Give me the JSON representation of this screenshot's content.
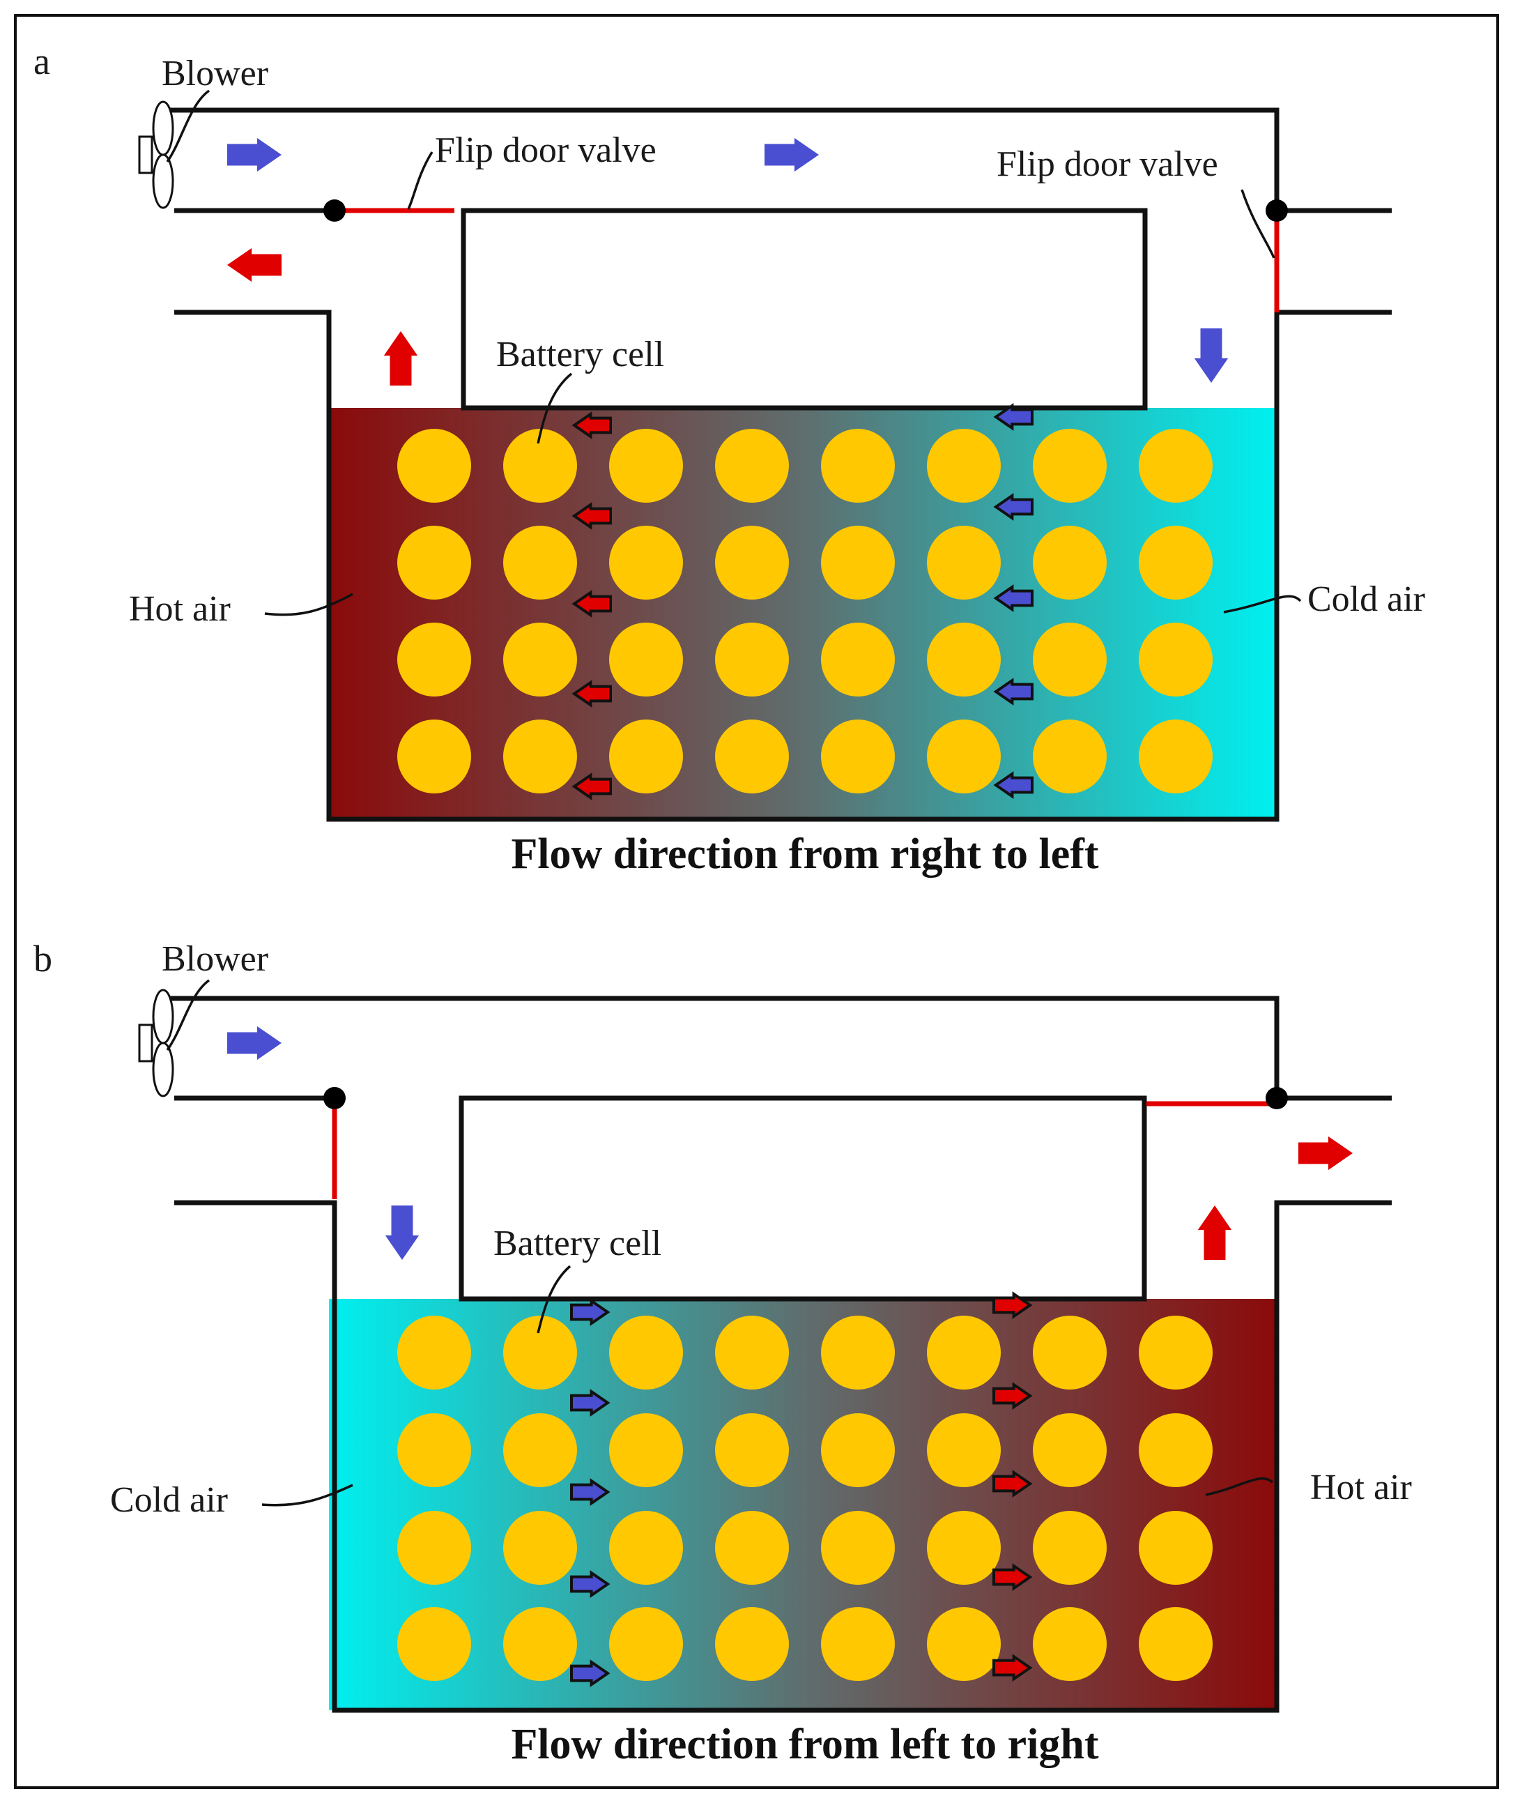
{
  "colors": {
    "hot": "#8b0a0a",
    "cold": "#00f0f0",
    "cell": "#ffc800",
    "arrow_blue": "#4a4fd1",
    "arrow_red": "#e00000",
    "valve": "#e00000"
  },
  "panels": [
    {
      "letter": "a",
      "blower_label": "Blower",
      "valve_label_left": "Flip door valve",
      "valve_label_right": "Flip door valve",
      "cell_label": "Battery cell",
      "left_air_label": "Hot air",
      "right_air_label": "Cold air",
      "caption": "Flow direction from right to left",
      "internal_flow": "right-to-left"
    },
    {
      "letter": "b",
      "blower_label": "Blower",
      "cell_label": "Battery cell",
      "left_air_label": "Cold air",
      "right_air_label": "Hot air",
      "caption": "Flow direction from left to right",
      "internal_flow": "left-to-right"
    }
  ],
  "grid": {
    "rows": 4,
    "cols": 8
  },
  "icons": [
    "fan-icon",
    "pivot-icon",
    "flow-arrow-icon"
  ]
}
